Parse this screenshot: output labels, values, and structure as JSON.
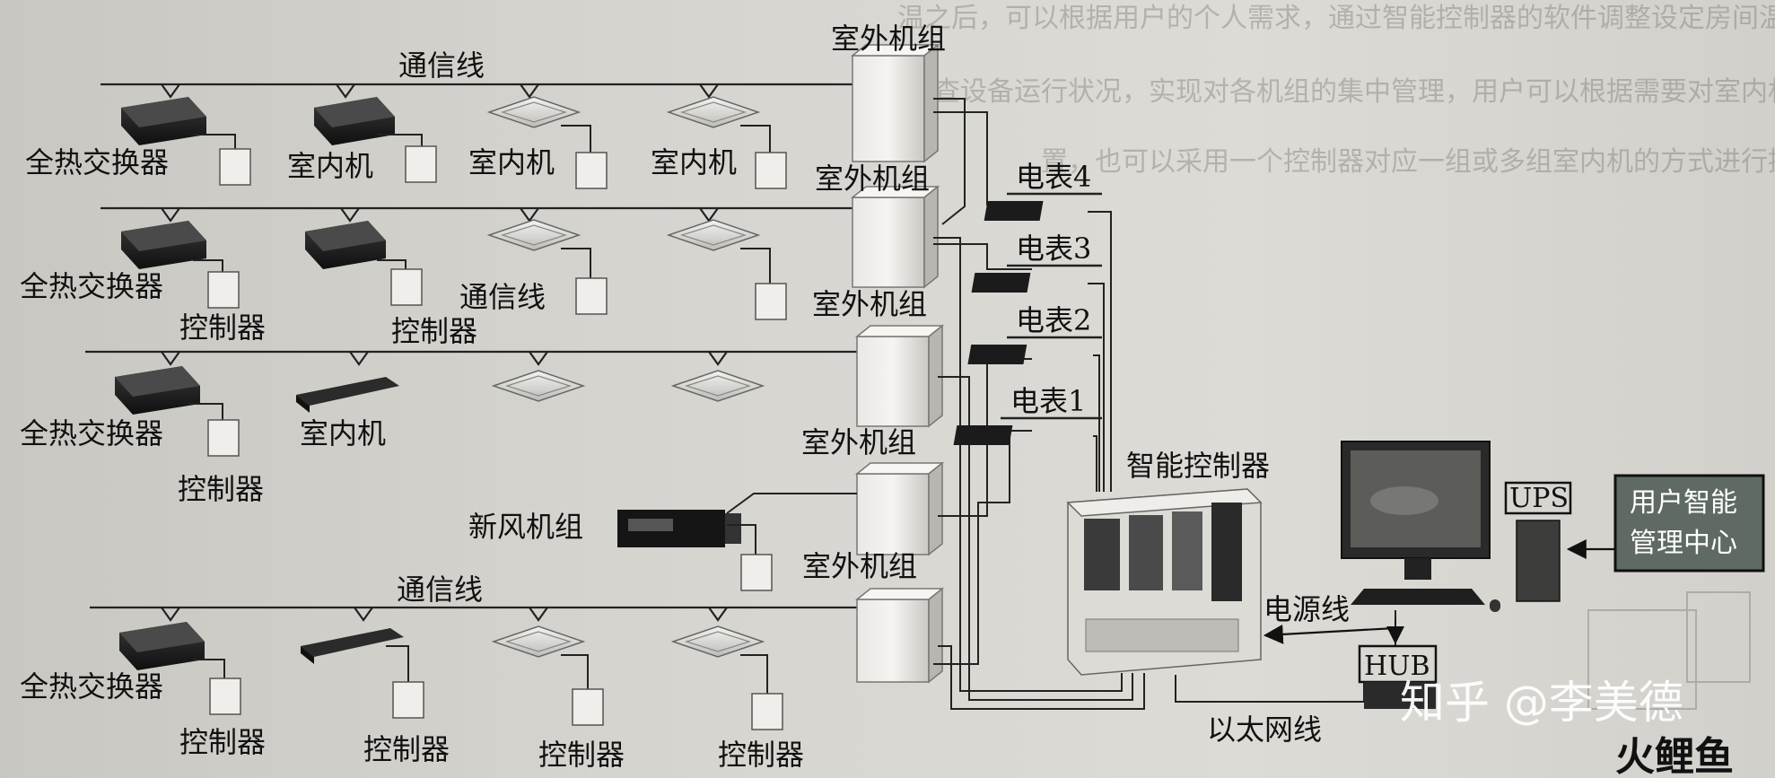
{
  "background_text": {
    "line1": "温之后，可以根据用户的个人需求，通过智能控制器的软件调整设定房间温度、检",
    "line2": "查设备运行状况，实现对各机组的集中管理，用户可以根据需要对室内机进行设",
    "line3": "置，也可以采用一个控制器对应一组或多组室内机的方式进行控制"
  },
  "rows": [
    {
      "id": "row1",
      "line_label": "通信线",
      "outdoor_label": "室外机组",
      "indoor": [
        {
          "kind": "exchanger",
          "label": "全热交换器"
        },
        {
          "kind": "ducted",
          "label": "室内机"
        },
        {
          "kind": "cassette",
          "label": "室内机"
        },
        {
          "kind": "cassette",
          "label": "室内机"
        }
      ],
      "controller_labels": []
    },
    {
      "id": "row2",
      "line_label": "",
      "outdoor_label": "室外机组",
      "indoor": [
        {
          "kind": "exchanger",
          "label": "全热交换器"
        },
        {
          "kind": "ducted",
          "label": ""
        },
        {
          "kind": "cassette",
          "label": "通信线"
        },
        {
          "kind": "cassette",
          "label": ""
        }
      ],
      "controller_labels": [
        "控制器",
        "控制器"
      ]
    },
    {
      "id": "row3",
      "line_label": "",
      "outdoor_label": "室外机组",
      "indoor": [
        {
          "kind": "exchanger",
          "label": "全热交换器"
        },
        {
          "kind": "wall",
          "label": "室内机"
        },
        {
          "kind": "cassette",
          "label": ""
        },
        {
          "kind": "cassette",
          "label": ""
        }
      ],
      "controller_labels": [
        "控制器"
      ]
    },
    {
      "id": "row4",
      "line_label": "",
      "outdoor_label": "室外机组",
      "fresh_air_label": "新风机组"
    },
    {
      "id": "row5",
      "line_label": "通信线",
      "outdoor_label": "室外机组",
      "indoor": [
        {
          "kind": "exchanger",
          "label": "全热交换器"
        },
        {
          "kind": "wall",
          "label": ""
        },
        {
          "kind": "cassette",
          "label": ""
        },
        {
          "kind": "cassette",
          "label": ""
        }
      ],
      "controller_labels": [
        "控制器",
        "控制器",
        "控制器",
        "控制器"
      ]
    }
  ],
  "meters": [
    {
      "label": "电表4"
    },
    {
      "label": "电表3"
    },
    {
      "label": "电表2"
    },
    {
      "label": "电表1"
    }
  ],
  "smart_controller_label": "智能控制器",
  "power_line_label": "电源线",
  "ethernet_label": "以太网线",
  "hub_label": "HUB",
  "ups_label": "UPS",
  "center_label_line1": "用户智能",
  "center_label_line2": "管理中心",
  "watermark": "知乎 @李美德",
  "watermark2": "火鲤鱼"
}
